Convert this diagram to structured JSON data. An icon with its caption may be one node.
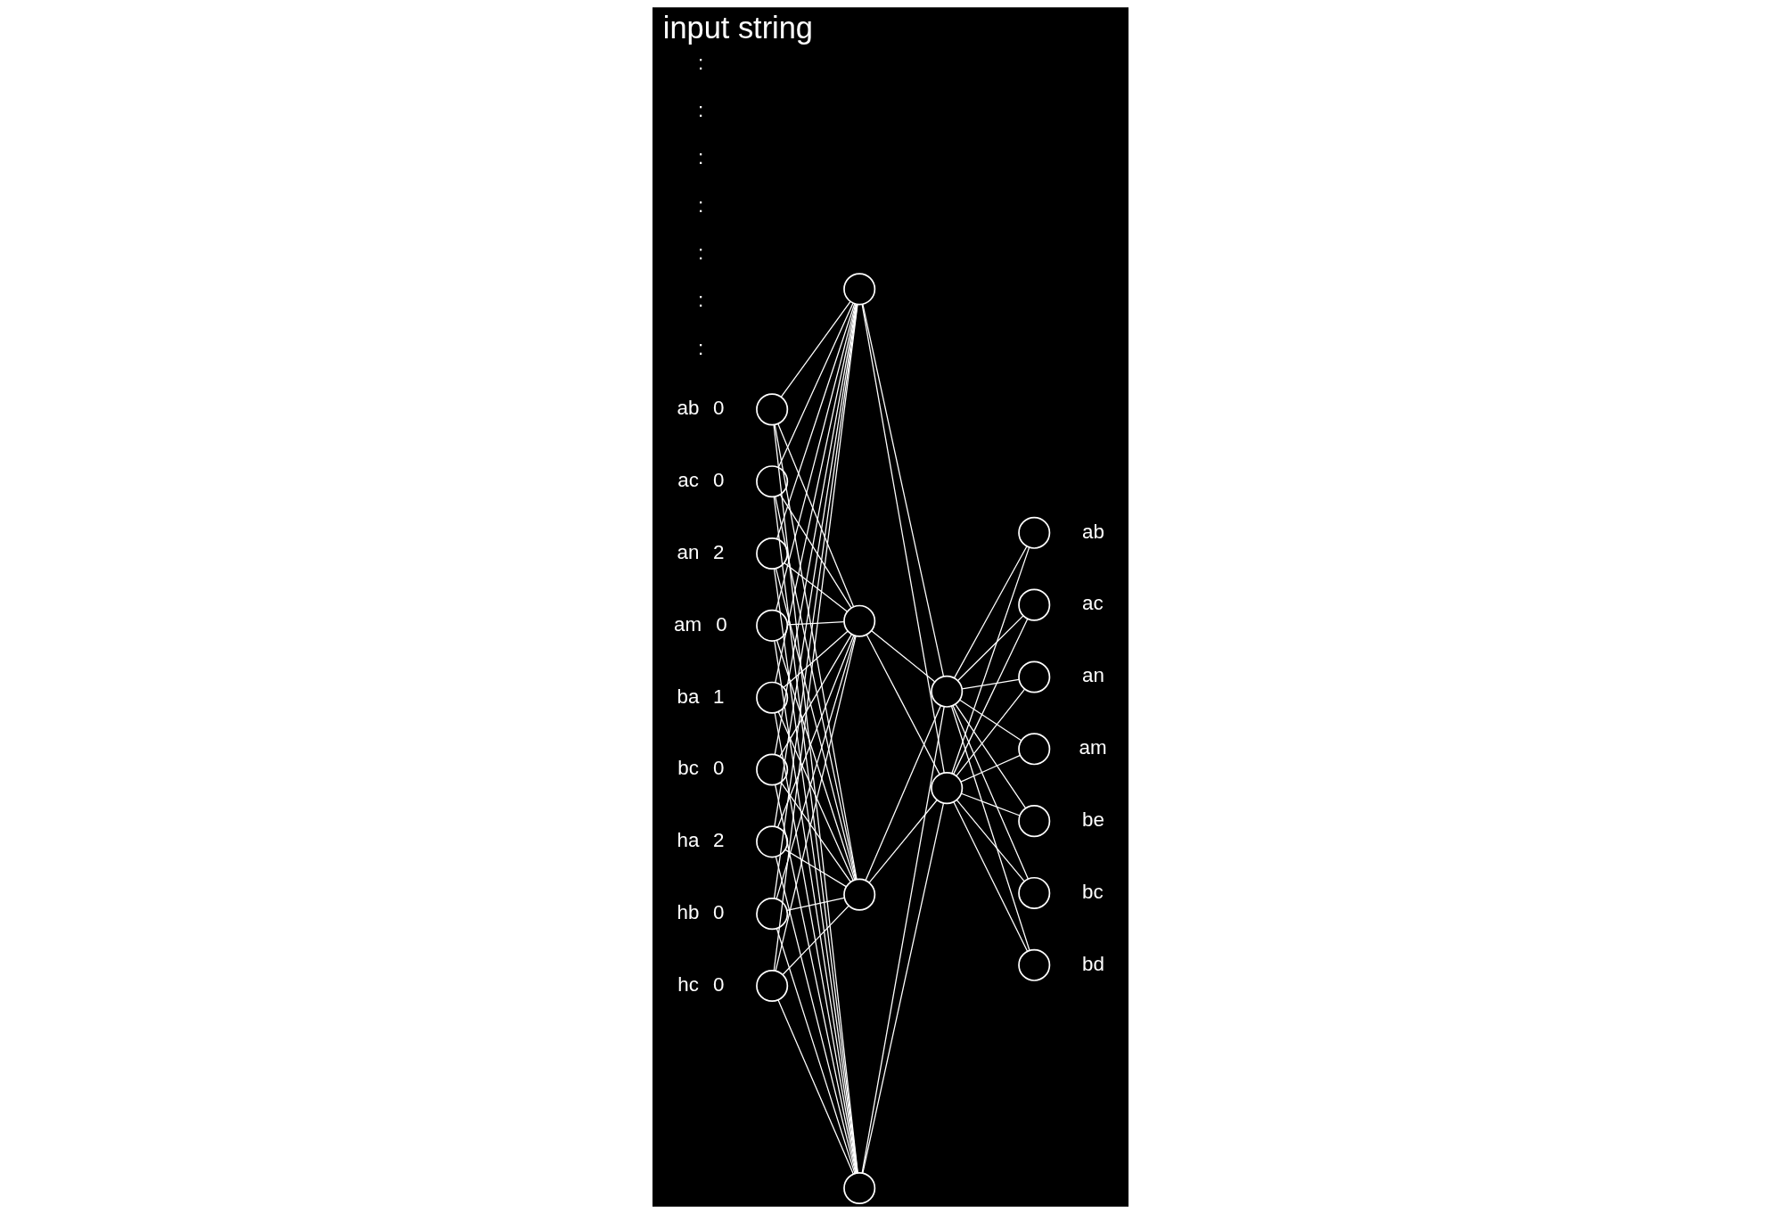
{
  "diagram": {
    "title": "input string",
    "nodes": [
      {
        "text": [],
        "shape": "circle",
        "beside": [
          "ab",
          "0"
        ]
      },
      {
        "text": [],
        "shape": "circle",
        "beside": [
          "ac",
          "0"
        ]
      },
      {
        "text": [],
        "shape": "circle",
        "beside": [
          "an",
          "2"
        ]
      },
      {
        "text": [],
        "shape": "circle",
        "beside": [
          "am",
          "0"
        ]
      },
      {
        "text": [],
        "shape": "circle",
        "beside": [
          "ba",
          "1"
        ]
      },
      {
        "text": [],
        "shape": "circle",
        "beside": [
          "bc",
          "0"
        ]
      },
      {
        "text": [],
        "shape": "circle",
        "beside": [
          "ha",
          "2"
        ]
      },
      {
        "text": [],
        "shape": "circle",
        "beside": [
          "hb",
          "0"
        ]
      },
      {
        "text": [],
        "shape": "circle",
        "beside": [
          "hc",
          "0"
        ]
      },
      {
        "text": [],
        "shape": "circle"
      },
      {
        "text": [],
        "shape": "circle"
      },
      {
        "text": [],
        "shape": "circle"
      },
      {
        "text": [],
        "shape": "circle"
      },
      {
        "text": [],
        "shape": "circle"
      },
      {
        "text": [],
        "shape": "circle"
      },
      {
        "text": [],
        "shape": "circle",
        "beside": [
          "ab"
        ]
      },
      {
        "text": [],
        "shape": "circle",
        "beside": [
          "ac"
        ]
      },
      {
        "text": [],
        "shape": "circle",
        "beside": [
          "an"
        ]
      },
      {
        "text": [],
        "shape": "circle",
        "beside": [
          "am"
        ]
      },
      {
        "text": [],
        "shape": "circle",
        "beside": [
          "be"
        ]
      },
      {
        "text": [],
        "shape": "circle",
        "beside": [
          "bc"
        ]
      },
      {
        "text": [],
        "shape": "circle",
        "beside": [
          "bd"
        ]
      }
    ],
    "edges": [
      {
        "from": 0,
        "to": 9,
        "arrow": "none"
      },
      {
        "from": 0,
        "to": 10,
        "arrow": "none"
      },
      {
        "from": 0,
        "to": 11,
        "arrow": "none"
      },
      {
        "from": 0,
        "to": 12,
        "arrow": "none"
      },
      {
        "from": 1,
        "to": 9,
        "arrow": "none"
      },
      {
        "from": 1,
        "to": 10,
        "arrow": "none"
      },
      {
        "from": 1,
        "to": 11,
        "arrow": "none"
      },
      {
        "from": 1,
        "to": 12,
        "arrow": "none"
      },
      {
        "from": 2,
        "to": 9,
        "arrow": "none"
      },
      {
        "from": 2,
        "to": 10,
        "arrow": "none"
      },
      {
        "from": 2,
        "to": 11,
        "arrow": "none"
      },
      {
        "from": 2,
        "to": 12,
        "arrow": "none"
      },
      {
        "from": 3,
        "to": 9,
        "arrow": "none"
      },
      {
        "from": 3,
        "to": 10,
        "arrow": "none"
      },
      {
        "from": 3,
        "to": 11,
        "arrow": "none"
      },
      {
        "from": 3,
        "to": 12,
        "arrow": "none"
      },
      {
        "from": 4,
        "to": 9,
        "arrow": "none"
      },
      {
        "from": 4,
        "to": 10,
        "arrow": "none"
      },
      {
        "from": 4,
        "to": 11,
        "arrow": "none"
      },
      {
        "from": 4,
        "to": 12,
        "arrow": "none"
      },
      {
        "from": 5,
        "to": 9,
        "arrow": "none"
      },
      {
        "from": 5,
        "to": 10,
        "arrow": "none"
      },
      {
        "from": 5,
        "to": 11,
        "arrow": "none"
      },
      {
        "from": 5,
        "to": 12,
        "arrow": "none"
      },
      {
        "from": 6,
        "to": 9,
        "arrow": "none"
      },
      {
        "from": 6,
        "to": 10,
        "arrow": "none"
      },
      {
        "from": 6,
        "to": 11,
        "arrow": "none"
      },
      {
        "from": 6,
        "to": 12,
        "arrow": "none"
      },
      {
        "from": 7,
        "to": 9,
        "arrow": "none"
      },
      {
        "from": 7,
        "to": 10,
        "arrow": "none"
      },
      {
        "from": 7,
        "to": 11,
        "arrow": "none"
      },
      {
        "from": 7,
        "to": 12,
        "arrow": "none"
      },
      {
        "from": 8,
        "to": 9,
        "arrow": "none"
      },
      {
        "from": 8,
        "to": 10,
        "arrow": "none"
      },
      {
        "from": 8,
        "to": 11,
        "arrow": "none"
      },
      {
        "from": 8,
        "to": 12,
        "arrow": "none"
      },
      {
        "from": 9,
        "to": 13,
        "arrow": "none"
      },
      {
        "from": 9,
        "to": 14,
        "arrow": "none"
      },
      {
        "from": 10,
        "to": 13,
        "arrow": "none"
      },
      {
        "from": 10,
        "to": 14,
        "arrow": "none"
      },
      {
        "from": 11,
        "to": 13,
        "arrow": "none"
      },
      {
        "from": 11,
        "to": 14,
        "arrow": "none"
      },
      {
        "from": 12,
        "to": 13,
        "arrow": "none"
      },
      {
        "from": 12,
        "to": 14,
        "arrow": "none"
      },
      {
        "from": 13,
        "to": 15,
        "arrow": "none"
      },
      {
        "from": 13,
        "to": 16,
        "arrow": "none"
      },
      {
        "from": 13,
        "to": 17,
        "arrow": "none"
      },
      {
        "from": 13,
        "to": 18,
        "arrow": "none"
      },
      {
        "from": 13,
        "to": 19,
        "arrow": "none"
      },
      {
        "from": 13,
        "to": 20,
        "arrow": "none"
      },
      {
        "from": 13,
        "to": 21,
        "arrow": "none"
      },
      {
        "from": 14,
        "to": 15,
        "arrow": "none"
      },
      {
        "from": 14,
        "to": 16,
        "arrow": "none"
      },
      {
        "from": 14,
        "to": 17,
        "arrow": "none"
      },
      {
        "from": 14,
        "to": 18,
        "arrow": "none"
      },
      {
        "from": 14,
        "to": 19,
        "arrow": "none"
      },
      {
        "from": 14,
        "to": 20,
        "arrow": "none"
      },
      {
        "from": 14,
        "to": 21,
        "arrow": "none"
      }
    ],
    "labels": [
      ":",
      ":",
      ":",
      ":",
      ":",
      ":",
      ":"
    ]
  }
}
